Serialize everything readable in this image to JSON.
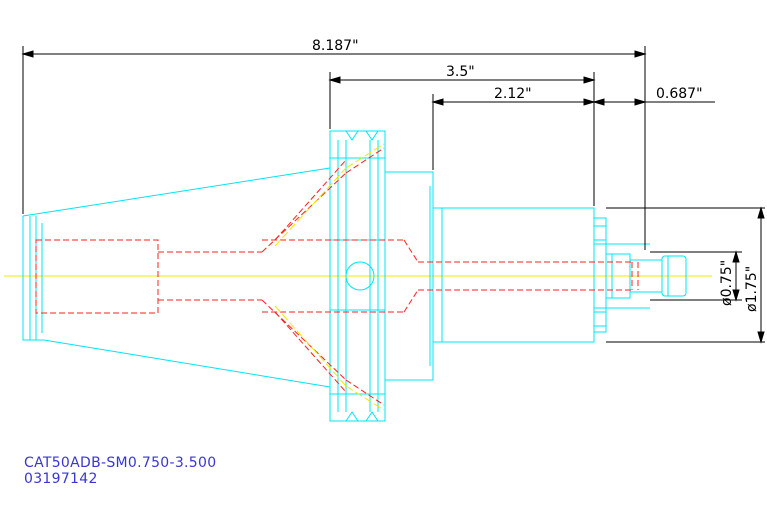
{
  "dimensions": {
    "overall_length": "8.187\"",
    "gauge_length": "3.5\"",
    "body_length": "2.12\"",
    "tool_extension": "0.687\"",
    "bore_diameter": "ø0.75\"",
    "nose_diameter": "ø1.75\""
  },
  "caption": {
    "part_number": "CAT50ADB-SM0.750-3.500",
    "serial": "03197142"
  },
  "colors": {
    "outline": "#00e5f5",
    "hidden_lines": "#ff2020",
    "centerline": "#f2ea00",
    "dimension": "#000000",
    "caption_text": "#3a36d6"
  }
}
